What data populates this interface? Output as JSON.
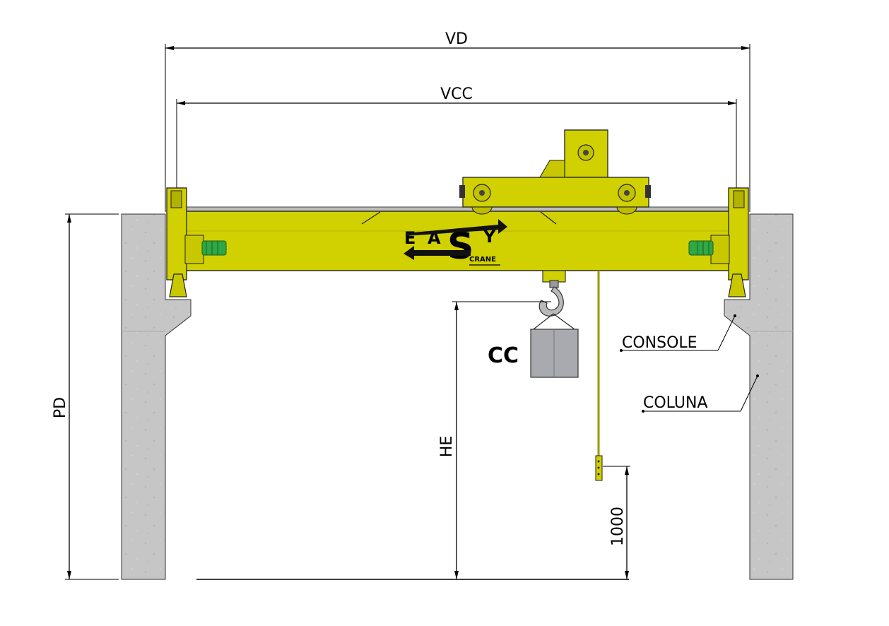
{
  "dimensions": {
    "vd": "VD",
    "vcc": "VCC",
    "pd": "PD",
    "he": "HE",
    "hook_clearance": "1000",
    "cc": "CC"
  },
  "callouts": {
    "console": "CONSOLE",
    "coluna": "COLUNA"
  },
  "logo": {
    "e": "E",
    "a": "A",
    "s": "S",
    "y": "Y",
    "crane": "CRANE"
  },
  "colors": {
    "beam": "#d1d000",
    "concrete": "#c6c6c6",
    "motor": "#2fa845",
    "load": "#a9aab0"
  }
}
